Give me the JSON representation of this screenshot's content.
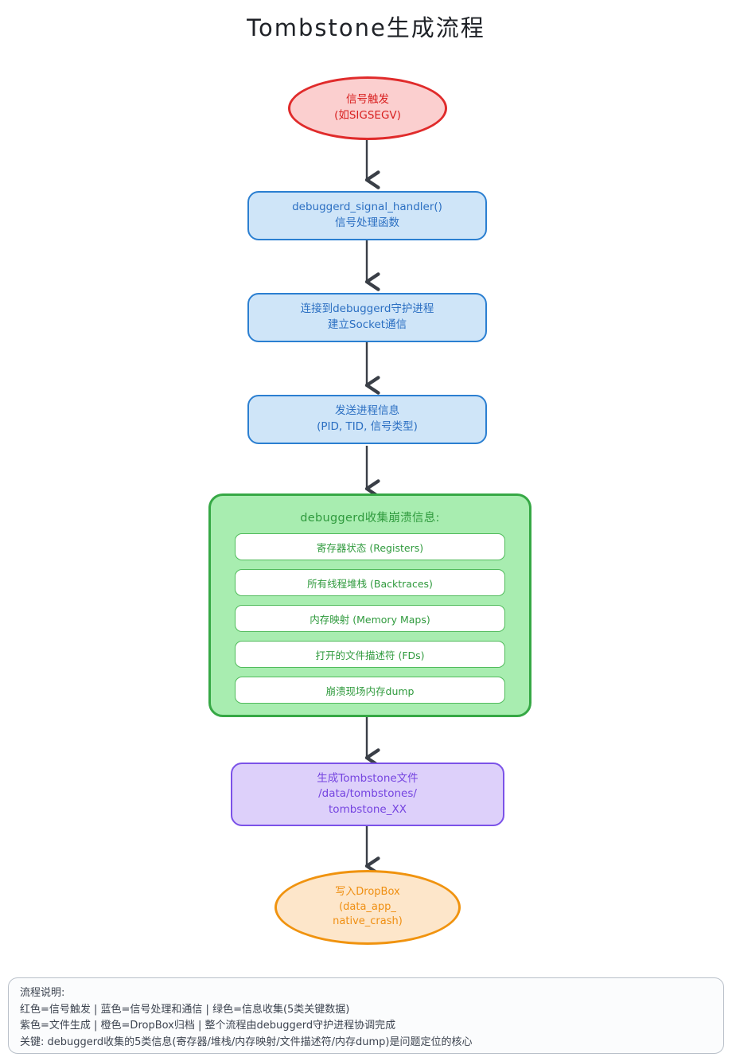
{
  "title": "Tombstone生成流程",
  "colors": {
    "red_fill": "#fbcfcf",
    "red_stroke": "#e02b2b",
    "blue_fill": "#cfe5f8",
    "blue_stroke": "#2b7fd1",
    "green_fill": "#a8edb0",
    "green_stroke": "#36a845",
    "purple_fill": "#ddd0fa",
    "purple_stroke": "#7b52e8",
    "orange_fill": "#fde6ca",
    "orange_stroke": "#f0930f",
    "arrow": "#3a3f47"
  },
  "nodes": {
    "signal": {
      "line1": "信号触发",
      "line2": "(如SIGSEGV)"
    },
    "handler": {
      "line1": "debuggerd_signal_handler()",
      "line2": "信号处理函数"
    },
    "connect": {
      "line1": "连接到debuggerd守护进程",
      "line2": "建立Socket通信"
    },
    "send": {
      "line1": "发送进程信息",
      "line2": "(PID, TID, 信号类型)"
    },
    "collect": {
      "title": "debuggerd收集崩溃信息:",
      "items": [
        "寄存器状态 (Registers)",
        "所有线程堆栈 (Backtraces)",
        "内存映射 (Memory Maps)",
        "打开的文件描述符 (FDs)",
        "崩溃现场内存dump"
      ]
    },
    "tombstone": {
      "line1": "生成Tombstone文件",
      "line2": "/data/tombstones/",
      "line3": "tombstone_XX"
    },
    "dropbox": {
      "line1": "写入DropBox",
      "line2": "(data_app_",
      "line3": "native_crash)"
    }
  },
  "legend": {
    "line1": "流程说明:",
    "line2": "红色=信号触发 | 蓝色=信号处理和通信 | 绿色=信息收集(5类关键数据)",
    "line3": "紫色=文件生成 | 橙色=DropBox归档 | 整个流程由debuggerd守护进程协调完成",
    "line4": "关键: debuggerd收集的5类信息(寄存器/堆栈/内存映射/文件描述符/内存dump)是问题定位的核心"
  }
}
